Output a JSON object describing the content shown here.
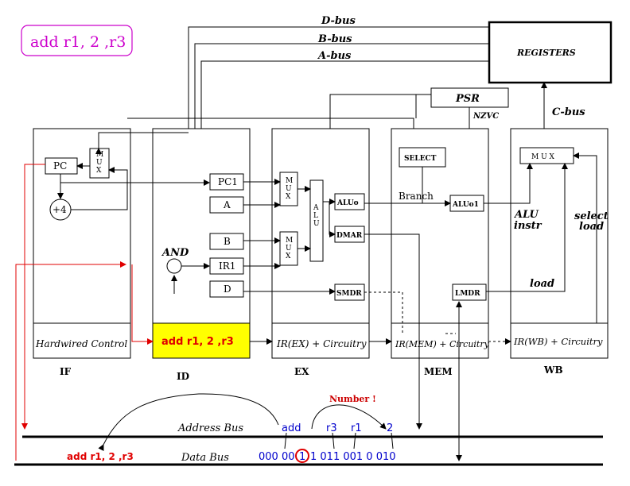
{
  "instruction_tag": "add r1, 2 ,r3",
  "registers": {
    "label": "REGISTERS"
  },
  "buses": {
    "d": "D-bus",
    "b": "B-bus",
    "a": "A-bus",
    "c": "C-bus"
  },
  "psr": {
    "label": "PSR",
    "flags": "NZVC"
  },
  "stages": {
    "if": {
      "name": "IF",
      "bottom": "Hardwired Control"
    },
    "id": {
      "name": "ID",
      "bottom": "add r1, 2 ,r3"
    },
    "ex": {
      "name": "EX",
      "bottom": "IR(EX) + Circuitry"
    },
    "mem": {
      "name": "MEM",
      "bottom": "IR(MEM) + Circuitry"
    },
    "wb": {
      "name": "WB",
      "bottom": "IR(WB) + Circuitry"
    }
  },
  "boxes": {
    "pc": "PC",
    "plus4": "+4",
    "mux_if": [
      "M",
      "U",
      "X"
    ],
    "pc1": "PC1",
    "a": "A",
    "b": "B",
    "ir1": "IR1",
    "d": "D",
    "and": "AND",
    "mux_ex": [
      "M",
      "U",
      "X"
    ],
    "alu": [
      "A",
      "L",
      "U"
    ],
    "aluo": "ALUo",
    "dmar": "DMAR",
    "smdr": "SMDR",
    "select": "SELECT",
    "branch": "Branch",
    "aluo1": "ALUo1",
    "lmdr": "LMDR",
    "mux_wb": "M U X",
    "alu_instr": [
      "ALU",
      "instr"
    ],
    "select_load": [
      "select",
      "load"
    ],
    "load": "load"
  },
  "bottom": {
    "address_bus": "Address Bus",
    "data_bus": "Data Bus",
    "number_note": "Number !",
    "decoded": [
      "add",
      "r3",
      "r1",
      "2"
    ],
    "binary": [
      "000 00",
      "1",
      "1 011 001 0 010"
    ],
    "red_instr": "add r1, 2 ,r3"
  }
}
